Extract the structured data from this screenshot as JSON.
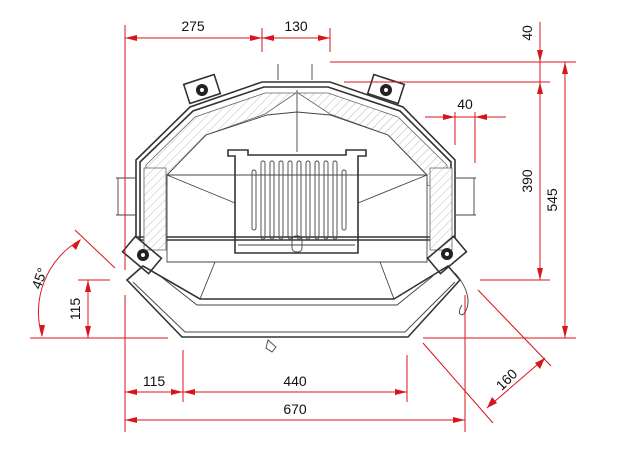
{
  "dimensions": {
    "top_left_width": "275",
    "top_center_width": "130",
    "top_offset": "40",
    "side_offset": "40",
    "inner_depth": "390",
    "total_depth": "545",
    "front_depth": "115",
    "angle": "45°",
    "bottom_left": "115",
    "bottom_center": "440",
    "total_width": "670",
    "diagonal": "160"
  },
  "colors": {
    "dimension": "#d9141c",
    "outline": "#333333"
  }
}
